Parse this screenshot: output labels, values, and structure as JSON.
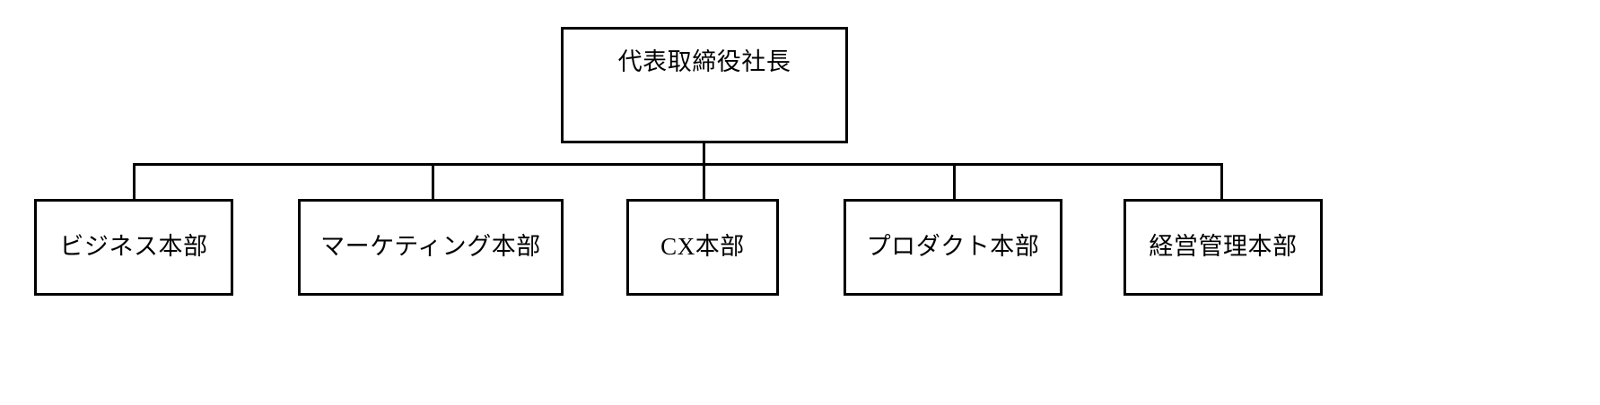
{
  "chart_data": {
    "type": "diagram",
    "diagram_type": "organization-chart",
    "title": "",
    "orientation": "top-down",
    "root": {
      "id": "root",
      "label": "代表取締役社長"
    },
    "children": [
      {
        "id": "div-business",
        "label": "ビジネス本部"
      },
      {
        "id": "div-marketing",
        "label": "マーケティング本部"
      },
      {
        "id": "div-cx",
        "label": "CX本部"
      },
      {
        "id": "div-product",
        "label": "プロダクト本部"
      },
      {
        "id": "div-management",
        "label": "経営管理本部"
      }
    ],
    "edges": [
      {
        "from": "root",
        "to": "div-business"
      },
      {
        "from": "root",
        "to": "div-marketing"
      },
      {
        "from": "root",
        "to": "div-cx"
      },
      {
        "from": "root",
        "to": "div-product"
      },
      {
        "from": "root",
        "to": "div-management"
      }
    ],
    "colors": {
      "background": "#ffffff",
      "box_fill": "#ffffff",
      "box_border": "#000000",
      "connector": "#000000",
      "text": "#000000"
    }
  }
}
